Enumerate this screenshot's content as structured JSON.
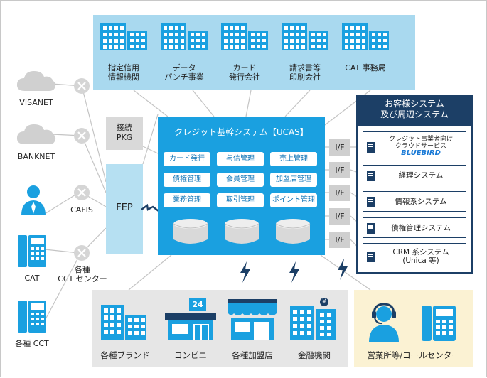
{
  "colors": {
    "primary_blue": "#1aa0e0",
    "light_blue": "#a9d9ef",
    "navy": "#1c3f66",
    "gray_panel": "#e6e6e6",
    "cream_panel": "#fbf2d3",
    "line_gray": "#c4c4c4"
  },
  "top_entities": [
    {
      "label": "指定信用\n情報機関",
      "icon": "building-icon"
    },
    {
      "label": "データ\nパンチ事業",
      "icon": "building-icon"
    },
    {
      "label": "カード\n発行会社",
      "icon": "building-icon"
    },
    {
      "label": "請求書等\n印刷会社",
      "icon": "building-icon"
    },
    {
      "label": "CAT 事務局",
      "icon": "building-icon"
    }
  ],
  "networks": [
    {
      "label": "VISANET",
      "icon": "cloud-icon"
    },
    {
      "label": "BANKNET",
      "icon": "cloud-icon"
    }
  ],
  "cafis": {
    "label": "CAFIS",
    "icon": "person-icon"
  },
  "cat": {
    "label": "CAT",
    "icon": "terminal-icon"
  },
  "cct": {
    "label": "各種 CCT",
    "icon": "terminal-icon"
  },
  "cct_center": {
    "label": "各種\nCCT センター"
  },
  "pkg": {
    "label": "接続\nPKG"
  },
  "fep": {
    "label": "FEP"
  },
  "core": {
    "title": "クレジット基幹システム【UCAS】",
    "functions": [
      "カード発行",
      "与信管理",
      "売上管理",
      "債権管理",
      "会員管理",
      "加盟店管理",
      "業務管理",
      "取引管理",
      "ポイント管理"
    ],
    "databases": 3
  },
  "interfaces": [
    "I/F",
    "I/F",
    "I/F",
    "I/F",
    "I/F"
  ],
  "customer_systems": {
    "title": "お客様システム\n及び周辺システム",
    "items": [
      {
        "label": "クレジット事業者向け\nクラウドサービス",
        "logo": "BLUEBIRD"
      },
      {
        "label": "経理システム"
      },
      {
        "label": "情報系システム"
      },
      {
        "label": "債権管理システム"
      },
      {
        "label": "CRM 系システム\n(Unica 等)"
      }
    ]
  },
  "bottom_entities": [
    {
      "label": "各種ブランド",
      "icon": "building-icon"
    },
    {
      "label": "コンビニ",
      "icon": "store-icon",
      "badge": "24"
    },
    {
      "label": "各種加盟店",
      "icon": "shop-icon"
    },
    {
      "label": "金融機関",
      "icon": "bank-icon",
      "badge": "¥"
    }
  ],
  "call_center": {
    "label": "営業所等/コールセンター",
    "icons": [
      "operator-icon",
      "phone-icon"
    ]
  }
}
